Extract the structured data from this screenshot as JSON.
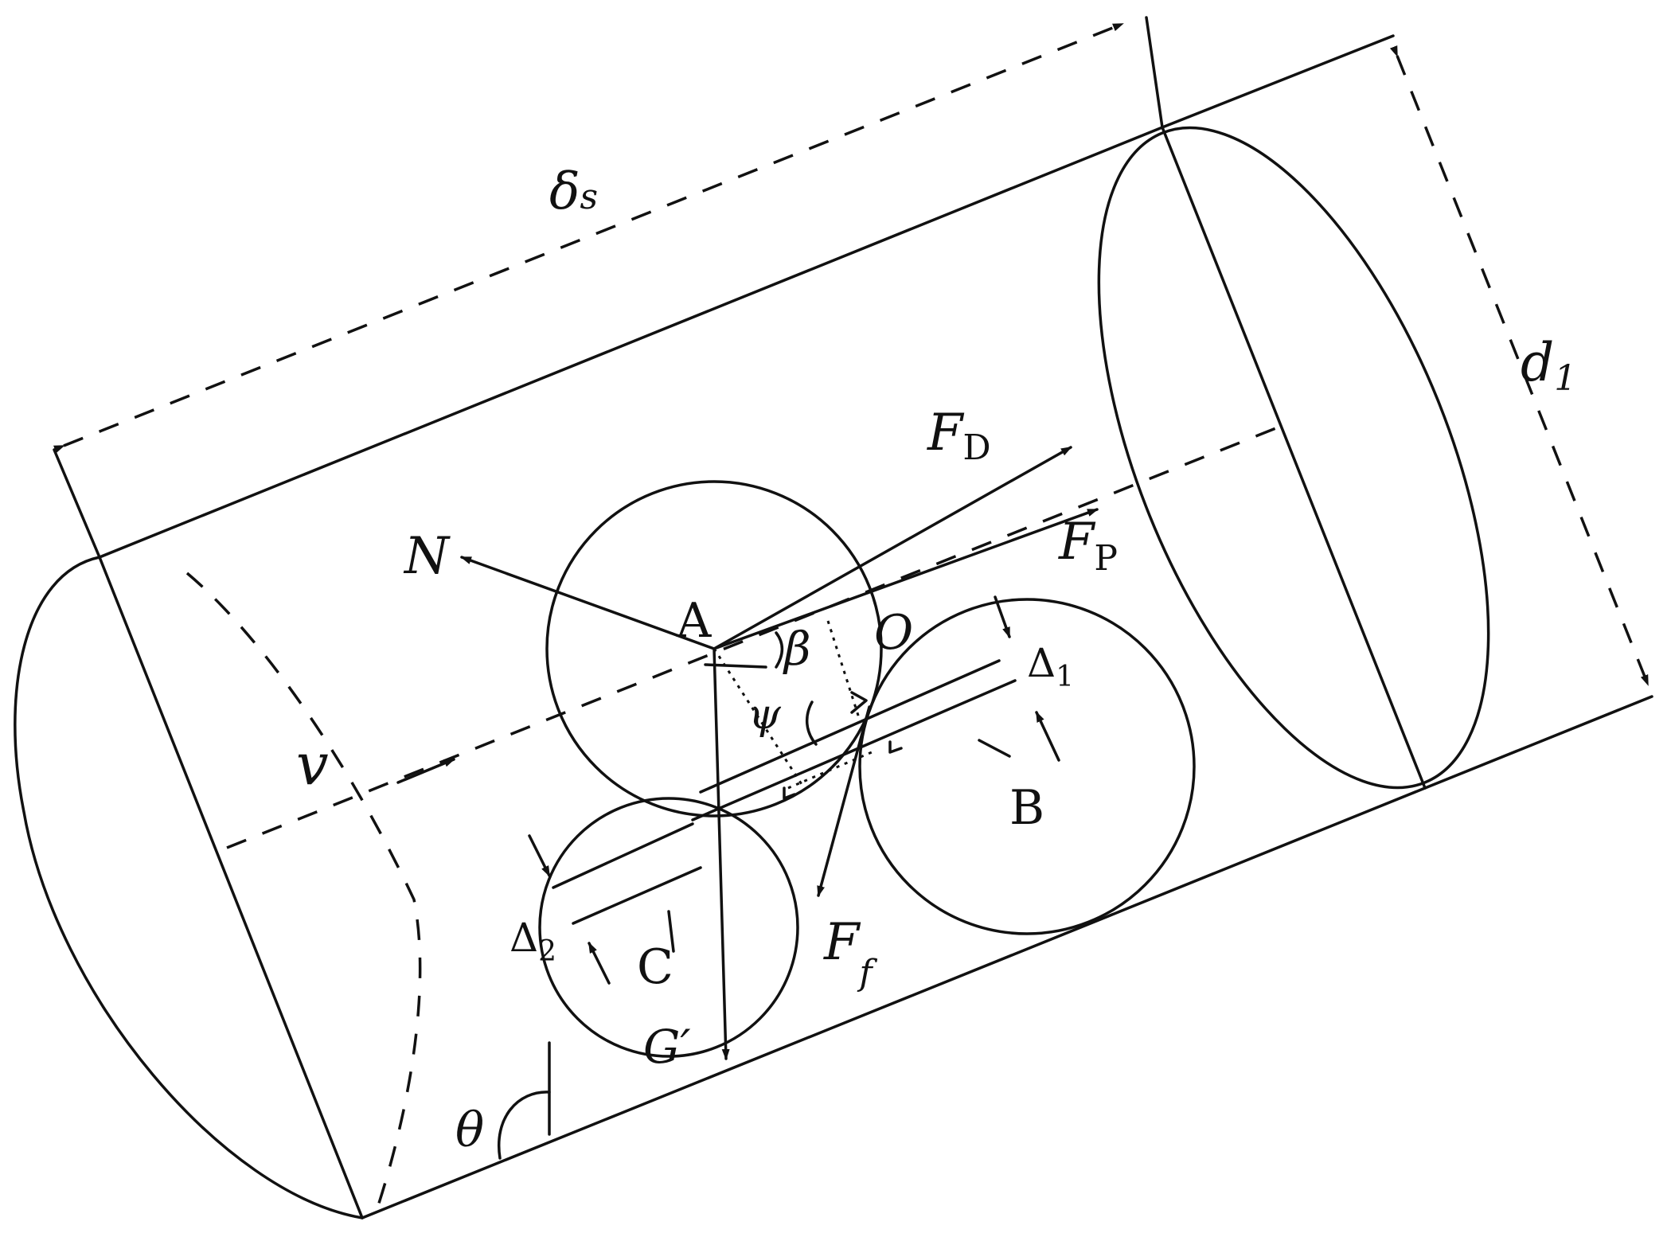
{
  "labels": {
    "delta_s": "δ",
    "delta_s_sub": "s",
    "d1": "d",
    "d1_sub": "1",
    "FD": "F",
    "FD_sub": "D",
    "FP": "F",
    "FP_sub": "P",
    "N": "N",
    "A": "A",
    "O": "O",
    "B": "B",
    "C": "C",
    "beta": "β",
    "psi": "ψ",
    "Delta1": "Δ",
    "Delta1_sub": "1",
    "Delta2": "Δ",
    "Delta2_sub": "2",
    "Ff": "F",
    "Ff_sub": "f",
    "G": "G′",
    "v": "v",
    "theta": "θ"
  },
  "colors": {
    "ink": "#111111",
    "background": "#ffffff"
  }
}
